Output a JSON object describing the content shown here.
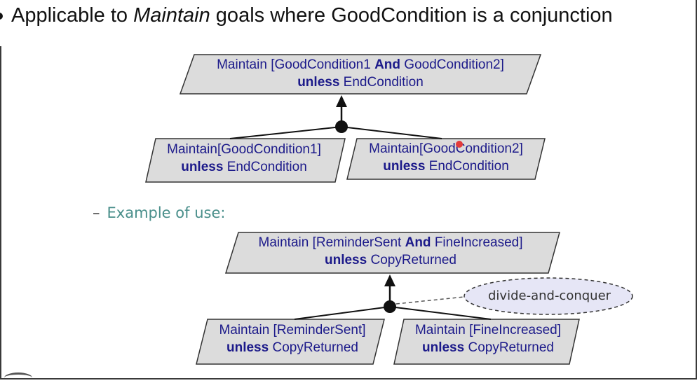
{
  "slide": {
    "heading_pre": "Applicable to ",
    "heading_italic": "Maintain",
    "heading_post": " goals where GoodCondition is a conjunction",
    "example_label": "Example of use:"
  },
  "template": {
    "parent": {
      "line1_pre": "Maintain [GoodCondition1 ",
      "line1_bold": "And",
      "line1_post": " GoodCondition2]",
      "line2_bold": "unless",
      "line2_post": " EndCondition"
    },
    "child_left": {
      "line1": "Maintain[GoodCondition1]",
      "line2_bold": "unless",
      "line2_post": " EndCondition"
    },
    "child_right": {
      "line1": "Maintain[GoodCondition2]",
      "line2_bold": "unless",
      "line2_post": " EndCondition"
    }
  },
  "example": {
    "parent": {
      "line1_pre": "Maintain [ReminderSent ",
      "line1_bold": "And",
      "line1_post": " FineIncreased]",
      "line2_bold": "unless",
      "line2_post": " CopyReturned"
    },
    "child_left": {
      "line1": "Maintain [ReminderSent]",
      "line2_bold": "unless",
      "line2_post": " CopyReturned"
    },
    "child_right": {
      "line1": "Maintain [FineIncreased]",
      "line2_bold": "unless",
      "line2_post": " CopyReturned"
    },
    "annotation": "divide-and-conquer"
  },
  "colors": {
    "goal_fill": "#dcdcdc",
    "goal_text": "#1c1a8a",
    "example_label": "#4a8f8b",
    "annotation_fill": "#e6e6f6"
  }
}
